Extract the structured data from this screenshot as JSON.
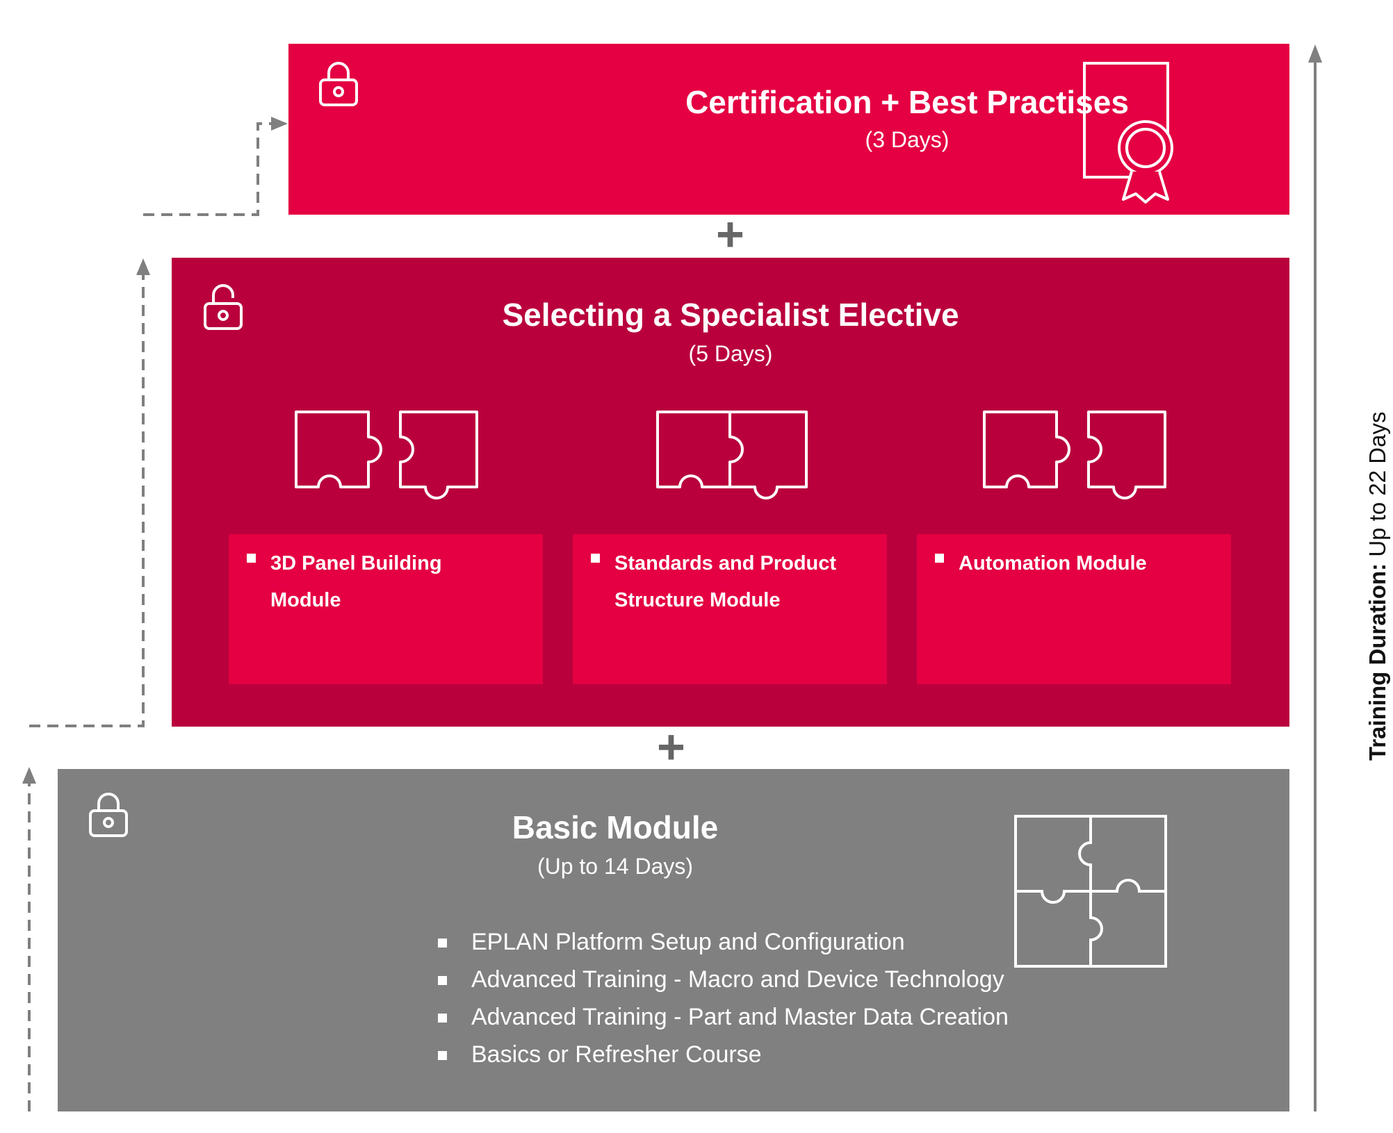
{
  "colors": {
    "certification_bg": "#e40043",
    "elective_bg": "#b9003d",
    "module_box_bg": "#e40043",
    "basic_bg": "#808080",
    "connector": "#7f7f7f",
    "text": "#ffffff"
  },
  "certification": {
    "title": "Certification + Best Practises",
    "duration": "(3 Days)",
    "lock_icon": "lock-closed-icon",
    "badge_icon": "certificate-icon"
  },
  "elective": {
    "title": "Selecting a Specialist Elective",
    "duration": "(5 Days)",
    "lock_icon": "lock-open-icon",
    "modules": [
      {
        "label": "3D Panel Building Module",
        "icon": "puzzle-pieces-icon"
      },
      {
        "label": "Standards and Product Structure Module",
        "icon": "puzzle-pieces-icon"
      },
      {
        "label": "Automation Module",
        "icon": "puzzle-pieces-icon"
      }
    ]
  },
  "basic": {
    "title": "Basic Module",
    "duration": "(Up to 14 Days)",
    "lock_icon": "lock-closed-icon",
    "puzzle_icon": "puzzle-complete-icon",
    "items": [
      "EPLAN Platform Setup and Configuration",
      "Advanced Training - Macro and Device Technology",
      "Advanced Training - Part and Master Data Creation",
      "Basics or Refresher Course"
    ]
  },
  "plus_sign": "+",
  "training_duration": {
    "label": "Training Duration:",
    "value": "Up to 22 Days"
  }
}
